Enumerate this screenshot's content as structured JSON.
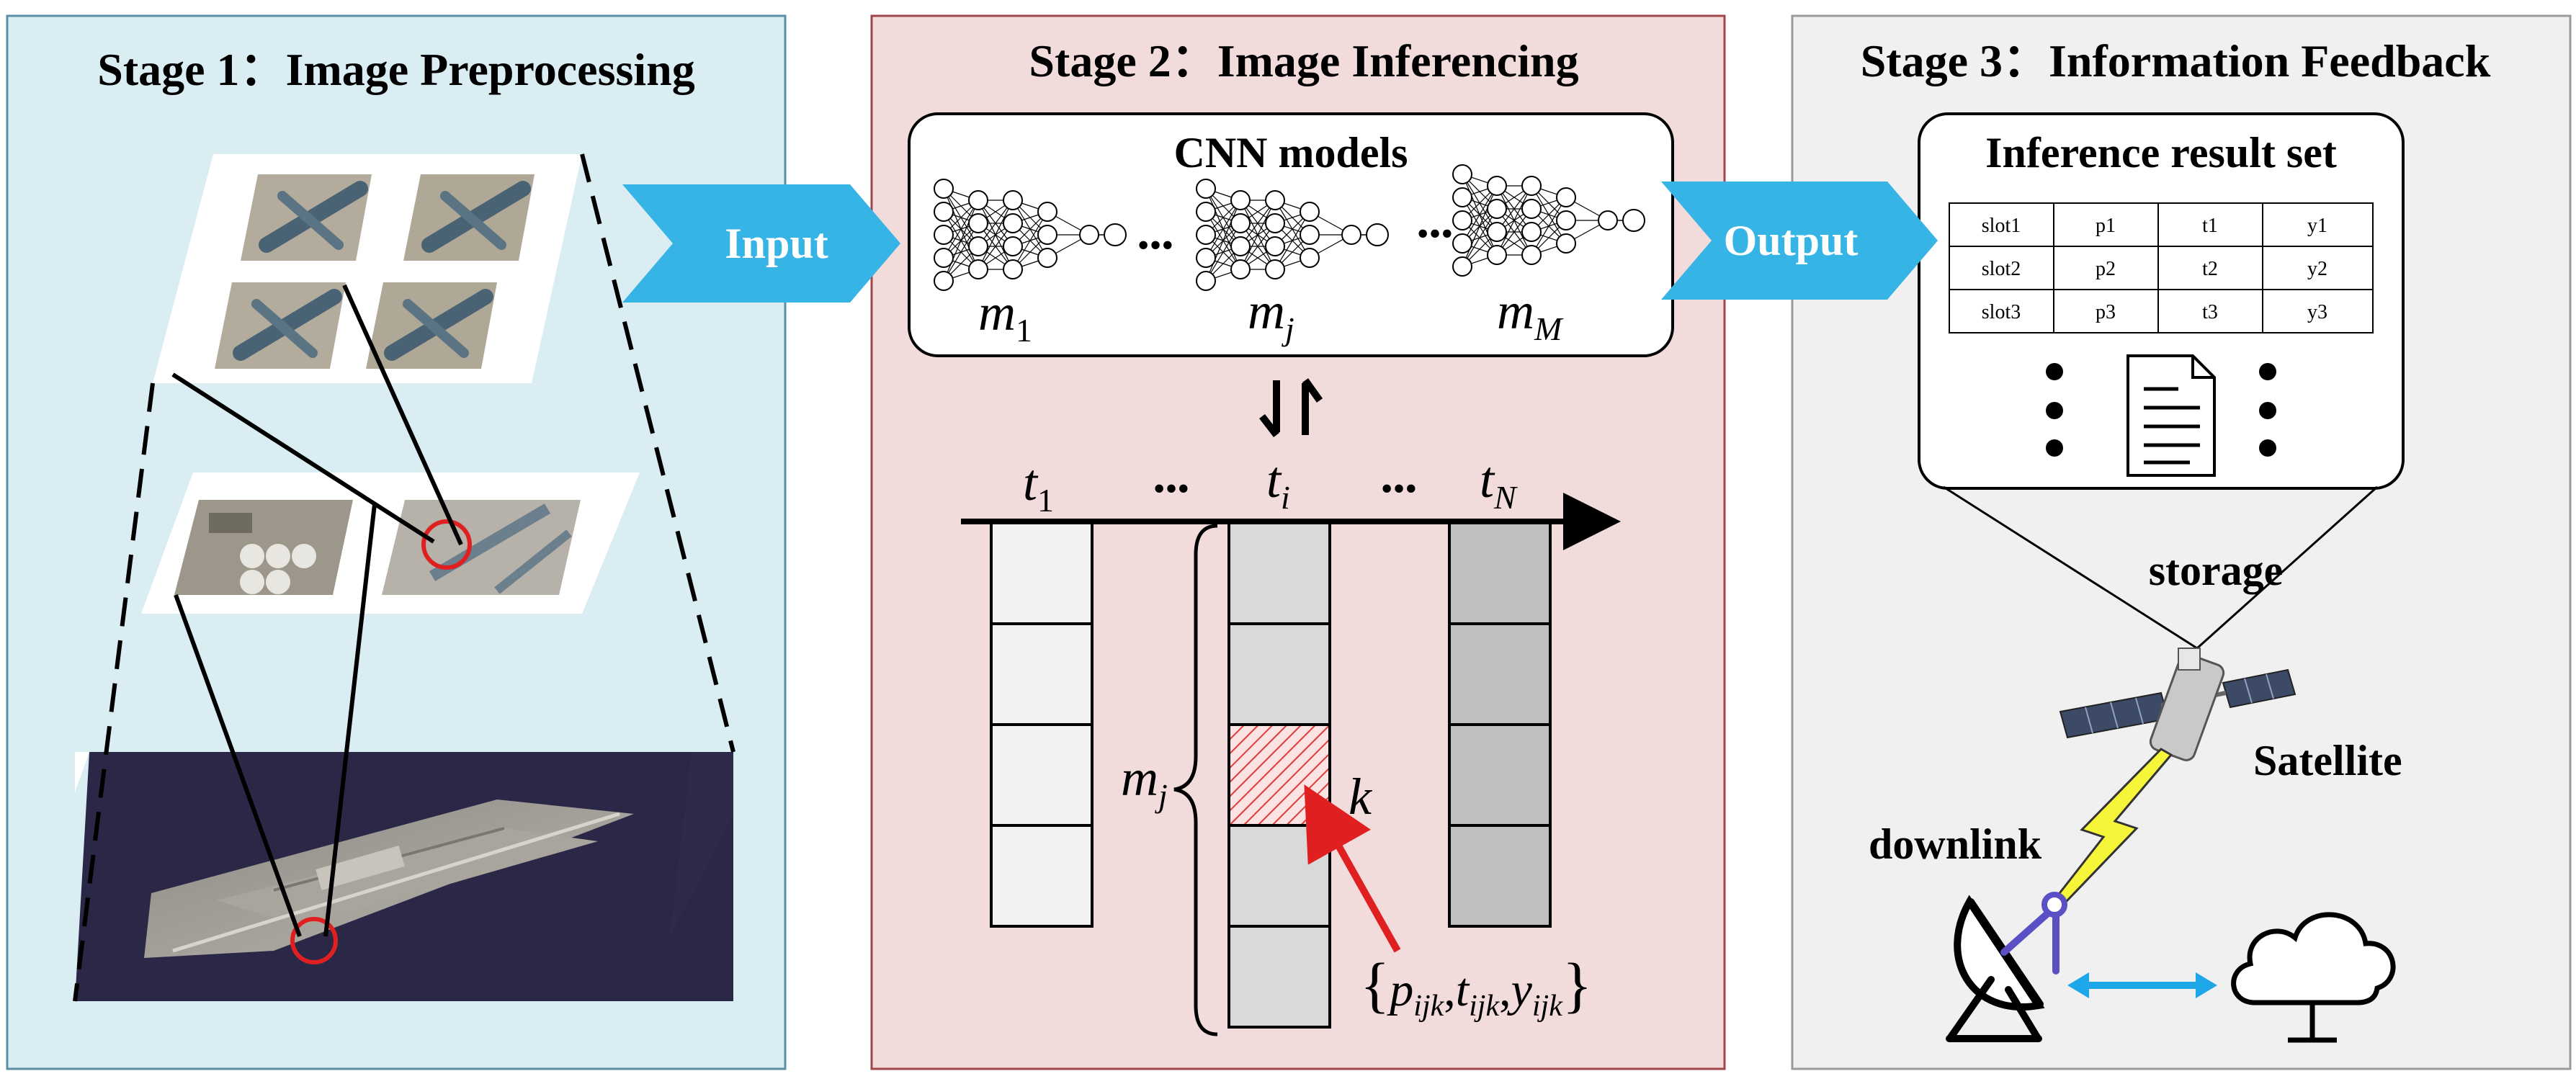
{
  "stages": [
    {
      "title": "Stage 1：Image Preprocessing"
    },
    {
      "title": "Stage 2：Image Inferencing"
    },
    {
      "title": "Stage 3：Information Feedback"
    }
  ],
  "flow": {
    "input_label": "Input",
    "output_label": "Output"
  },
  "cnn": {
    "title": "CNN models",
    "models": [
      {
        "base": "m",
        "sub": "1"
      },
      {
        "base": "m",
        "sub": "j"
      },
      {
        "base": "m",
        "sub": "M"
      }
    ],
    "ellipsis": "•••"
  },
  "timeline": {
    "slots": [
      {
        "base": "t",
        "sub": "1"
      },
      {
        "base": "t",
        "sub": "i"
      },
      {
        "base": "t",
        "sub": "N"
      }
    ],
    "ellipsis": "•••",
    "brace_label": {
      "base": "m",
      "sub": "j"
    },
    "cell_label": "k",
    "tuple_label": {
      "open": "{",
      "p": "p",
      "p_sub": "ijk",
      "t": "t",
      "t_sub": "ijk",
      "y": "y",
      "y_sub": "ijk",
      "sep": ",",
      "close": "}"
    }
  },
  "result_set": {
    "title": "Inference result set",
    "rows": [
      [
        "slot1",
        "p1",
        "t1",
        "y1"
      ],
      [
        "slot2",
        "p2",
        "t2",
        "y2"
      ],
      [
        "slot3",
        "p3",
        "t3",
        "y3"
      ]
    ]
  },
  "feedback": {
    "storage_label": "storage",
    "satellite_label": "Satellite",
    "downlink_label": "downlink"
  },
  "colors": {
    "stage1_bg": "#daedf3",
    "stage2_bg": "#f2dcdb",
    "stage3_bg": "#f0f0f0",
    "arrow_fill": "#36b4e5",
    "highlight_red": "#e02020",
    "link_blue": "#1ea7e8",
    "dish_purple": "#5b4fc4"
  }
}
